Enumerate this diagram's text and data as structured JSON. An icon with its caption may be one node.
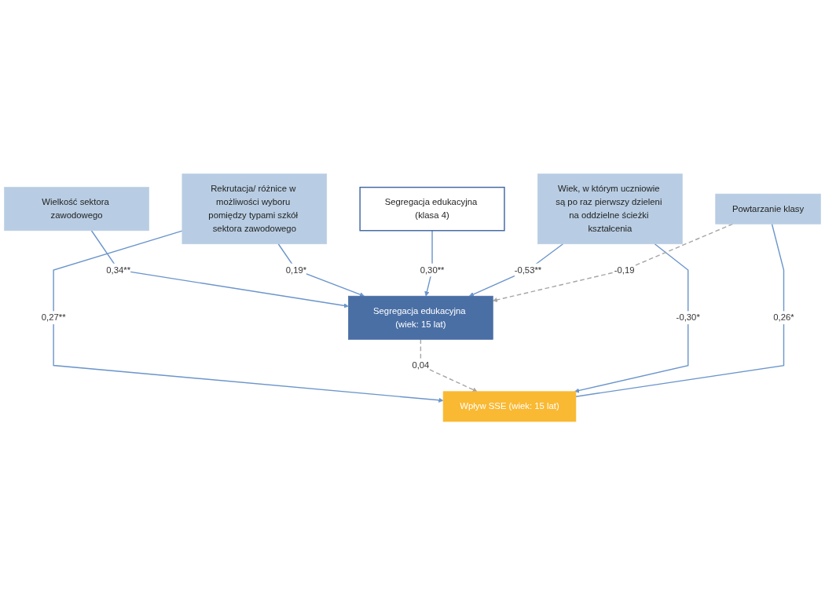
{
  "diagram": {
    "nodes": [
      {
        "text": [
          "Wielkość sektora zawodowego"
        ]
      },
      {
        "text": [
          "Rekrutacja/ różnice w możliwości wyboru pomiędzy typami szkół sektora zawodowego"
        ]
      },
      {
        "text": [
          "Segregacja edukacyjna (klasa 4)"
        ]
      },
      {
        "text": [
          "Segregacja edukacyjna (wiek: 15 lat)"
        ]
      },
      {
        "text": [
          "Wpływ SSE (wiek: 15 lat)"
        ]
      },
      {
        "text": [
          "Wiek, w którym uczniowie są po raz pierwszy dzieleni na oddzielne ścieżki kształcenia"
        ]
      },
      {
        "text": [
          "Powtarzanie klasy"
        ]
      }
    ],
    "edges": [
      {
        "from": 0,
        "to": 3,
        "arrow": "to",
        "label": "0,34**"
      },
      {
        "from": 1,
        "to": 3,
        "arrow": "to",
        "label": "0,19*"
      },
      {
        "from": 1,
        "to": 4,
        "arrow": "to",
        "label": "0,27**"
      },
      {
        "from": 2,
        "to": 3,
        "arrow": "to",
        "label": "0,30**"
      },
      {
        "from": 3,
        "to": 4,
        "arrow": "to",
        "label": "0,04",
        "style": "dashed",
        "color": "#a6a6a6"
      },
      {
        "from": 5,
        "to": 3,
        "arrow": "to",
        "label": "-0,53**"
      },
      {
        "from": 5,
        "to": 4,
        "arrow": "to",
        "label": "-0,30*"
      },
      {
        "from": 6,
        "to": 3,
        "arrow": "to",
        "label": "-0,19",
        "style": "dashed",
        "color": "#a6a6a6"
      },
      {
        "from": 6,
        "to": 4,
        "arrow": "none",
        "label": "0,26*"
      }
    ]
  }
}
